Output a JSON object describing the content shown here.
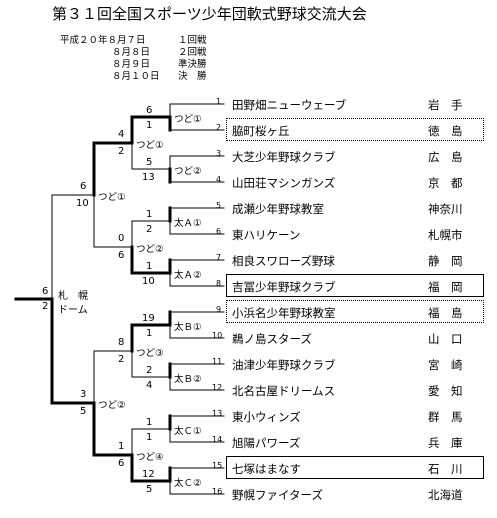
{
  "title": "第３１回全国スポーツ少年団軟式野球交流大会",
  "schedule": [
    {
      "date": "平成２０年８月７日",
      "round": "１回戦"
    },
    {
      "date": "８月８日",
      "round": "２回戦"
    },
    {
      "date": "８月９日",
      "round": "準決勝"
    },
    {
      "date": "８月１０日",
      "round": "決　勝"
    }
  ],
  "teams": [
    {
      "no": "1",
      "name": "田野畑ニューウェーブ",
      "pref": "岩　手"
    },
    {
      "no": "2",
      "name": "脇町桜ヶ丘",
      "pref": "徳　島"
    },
    {
      "no": "3",
      "name": "大芝少年野球クラブ",
      "pref": "広　島"
    },
    {
      "no": "4",
      "name": "山田荘マシンガンズ",
      "pref": "京　都"
    },
    {
      "no": "5",
      "name": "成瀬少年野球教室",
      "pref": "神奈川"
    },
    {
      "no": "6",
      "name": "東ハリケーン",
      "pref": "札幌市"
    },
    {
      "no": "7",
      "name": "相良スワローズ野球",
      "pref": "静　岡"
    },
    {
      "no": "8",
      "name": "吉冨少年野球クラブ",
      "pref": "福　岡"
    },
    {
      "no": "9",
      "name": "小浜名少年野球教室",
      "pref": "福　島"
    },
    {
      "no": "10",
      "name": "鵜ノ島スターズ",
      "pref": "山　口"
    },
    {
      "no": "11",
      "name": "油津少年野球クラブ",
      "pref": "宮　崎"
    },
    {
      "no": "12",
      "name": "北名古屋ドリームス",
      "pref": "愛　知"
    },
    {
      "no": "13",
      "name": "東小ウィンズ",
      "pref": "群　馬"
    },
    {
      "no": "14",
      "name": "旭陽パワーズ",
      "pref": "兵　庫"
    },
    {
      "no": "15",
      "name": "七塚はまなす",
      "pref": "石　川"
    },
    {
      "no": "16",
      "name": "野幌ファイターズ",
      "pref": "北海道"
    }
  ],
  "round1": [
    {
      "field": "つど①",
      "top": "6",
      "bottom": "1"
    },
    {
      "field": "つど②",
      "top": "5",
      "bottom": "13"
    },
    {
      "field": "太Ａ①",
      "top": "1",
      "bottom": "2"
    },
    {
      "field": "太Ａ②",
      "top": "1",
      "bottom": "10"
    },
    {
      "field": "太Ｂ①",
      "top": "19",
      "bottom": "1"
    },
    {
      "field": "太Ｂ②",
      "top": "2",
      "bottom": "4"
    },
    {
      "field": "太Ｃ①",
      "top": "1",
      "bottom": "1"
    },
    {
      "field": "太Ｃ②",
      "top": "12",
      "bottom": "5"
    }
  ],
  "round2": [
    {
      "field": "つど①",
      "top": "4",
      "bottom": "2"
    },
    {
      "field": "つど②",
      "top": "0",
      "bottom": "6"
    },
    {
      "field": "つど③",
      "top": "8",
      "bottom": "2"
    },
    {
      "field": "つど④",
      "top": "1",
      "bottom": "6"
    }
  ],
  "semis": [
    {
      "field": "つど①",
      "top": "6",
      "bottom": "10"
    },
    {
      "field": "つど②",
      "top": "3",
      "bottom": "5"
    }
  ],
  "final": {
    "venue_line1": "札　幌",
    "venue_line2": "ドーム",
    "top": "6",
    "bottom": "2"
  }
}
